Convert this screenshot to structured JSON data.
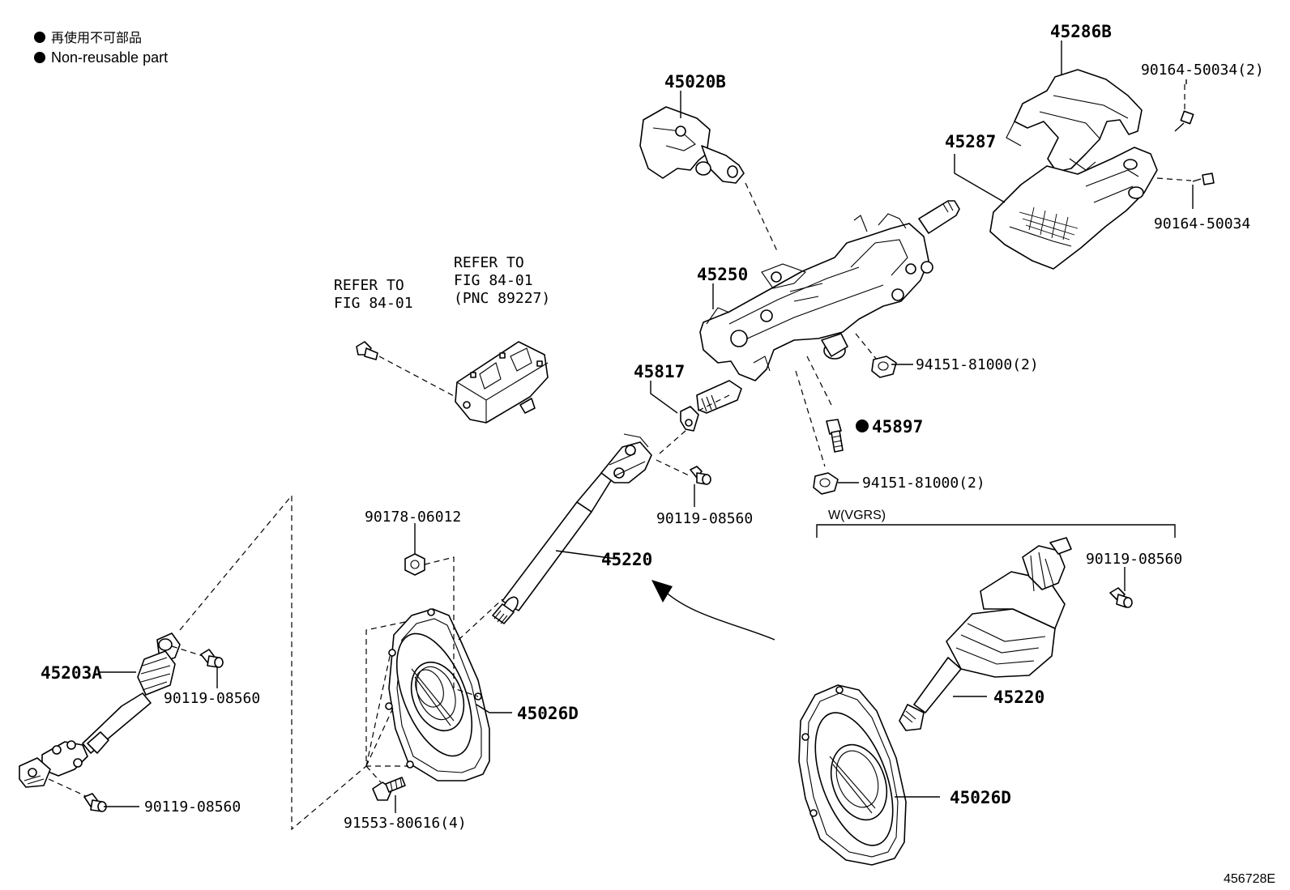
{
  "legend": {
    "marker_color": "#000000",
    "line_japanese": "再使用不可部品",
    "line_english": "Non-reusable part"
  },
  "labels": {
    "p45286B": "45286B",
    "p45287": "45287",
    "p90164_50034_2": "90164-50034(2)",
    "p90164_50034": "90164-50034",
    "p45020B": "45020B",
    "p45250": "45250",
    "p45817": "45817",
    "p94151_81000_a": "94151-81000(2)",
    "p45897": "45897",
    "p94151_81000_b": "94151-81000(2)",
    "p90119_08560_a": "90119-08560",
    "p45220_a": "45220",
    "p90178_06012": "90178-06012",
    "p45026D_a": "45026D",
    "p91553_80616": "91553-80616(4)",
    "p45203A": "45203A",
    "p90119_08560_b": "90119-08560",
    "p90119_08560_c": "90119-08560",
    "p90119_08560_d": "90119-08560",
    "p45220_b": "45220",
    "p45026D_b": "45026D",
    "vgrs_bracket": "W(VGRS)",
    "refer1_line1": "REFER TO",
    "refer1_line2": "FIG 84-01",
    "refer2_line1": "REFER TO",
    "refer2_line2": "FIG 84-01",
    "refer2_line3": "(PNC 89227)",
    "figure_id": "456728E"
  },
  "icons": {
    "non_reusable_marker": "filled-circle-icon",
    "direction_arrow": "curved-arrow-icon"
  }
}
